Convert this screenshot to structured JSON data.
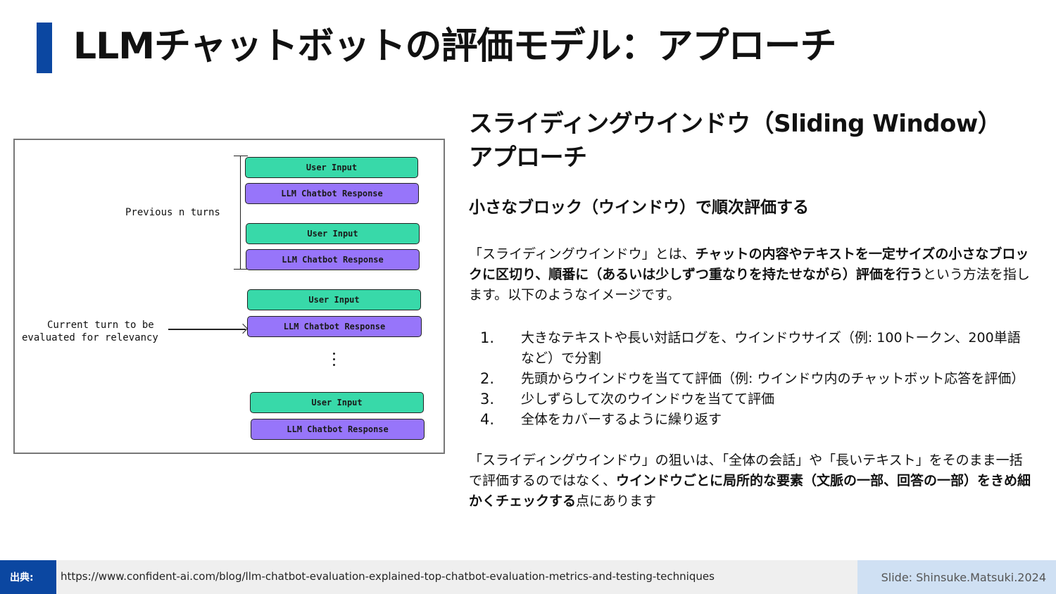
{
  "title": "LLMチャットボットの評価モデル：アプローチ",
  "diagram": {
    "blocks": [
      {
        "kind": "user",
        "label": "User Input"
      },
      {
        "kind": "resp",
        "label": "LLM Chatbot Response"
      },
      {
        "kind": "user",
        "label": "User Input"
      },
      {
        "kind": "resp",
        "label": "LLM Chatbot Response"
      },
      {
        "kind": "user",
        "label": "User Input"
      },
      {
        "kind": "resp",
        "label": "LLM Chatbot Response"
      },
      {
        "kind": "user",
        "label": "User Input"
      },
      {
        "kind": "resp",
        "label": "LLM Chatbot Response"
      }
    ],
    "previous_label": "Previous n turns",
    "current_label_line1": "Current turn to be",
    "current_label_line2": "evaluated for relevancy"
  },
  "section": {
    "heading_line1": "スライディングウインドウ（Sliding Window）",
    "heading_line2": "アプローチ",
    "subheading": "小さなブロック（ウインドウ）で順次評価する",
    "intro": {
      "a": "「スライディングウインドウ」とは、",
      "b": "チャットの内容やテキストを一定サイズの小さなブロックに区切り、順番に（あるいは少しずつ重なりを持たせながら）評価を行う",
      "c": "という方法を指します。以下のようなイメージです。"
    },
    "steps": [
      {
        "num": "1.",
        "text": "大きなテキストや長い対話ログを、ウインドウサイズ（例: 100トークン、200単語など）で分割"
      },
      {
        "num": "2.",
        "text": "先頭からウインドウを当てて評価（例: ウインドウ内のチャットボット応答を評価）"
      },
      {
        "num": "3.",
        "text": "少しずらして次のウインドウを当てて評価"
      },
      {
        "num": "4.",
        "text": "全体をカバーするように繰り返す"
      }
    ],
    "summary": {
      "a": "「スライディングウインドウ」の狙いは、「全体の会話」や「長いテキスト」をそのまま一括で評価するのではなく、",
      "b": "ウインドウごとに局所的な要素（文脈の一部、回答の一部）をきめ細かくチェックする",
      "c": "点にあります"
    }
  },
  "footer": {
    "source_label": "出典:",
    "source_url": "https://www.confident-ai.com/blog/llm-chatbot-evaluation-explained-top-chatbot-evaluation-metrics-and-testing-techniques",
    "credit": "Slide: Shinsuke.Matsuki.2024"
  },
  "colors": {
    "accent": "#0b47a1",
    "user_block": "#38d9a9",
    "response_block": "#9775fa"
  }
}
